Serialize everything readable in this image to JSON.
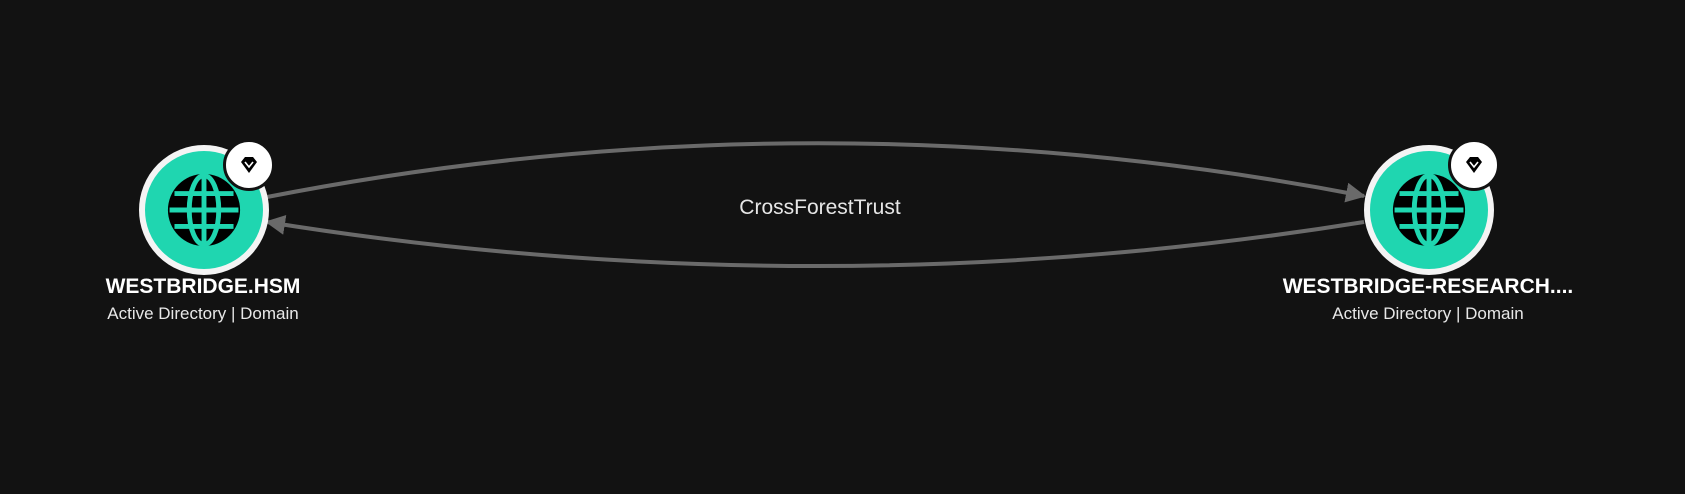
{
  "graph": {
    "edge": {
      "label": "CrossForestTrust",
      "color": "#6a6a6a"
    },
    "nodes": [
      {
        "title": "WESTBRIDGE.HSM",
        "subtitle": "Active Directory | Domain",
        "icon": "globe-icon",
        "badge_icon": "gem-icon",
        "color": "#1fd6b0"
      },
      {
        "title": "WESTBRIDGE-RESEARCH....",
        "subtitle": "Active Directory | Domain",
        "icon": "globe-icon",
        "badge_icon": "gem-icon",
        "color": "#1fd6b0"
      }
    ]
  }
}
